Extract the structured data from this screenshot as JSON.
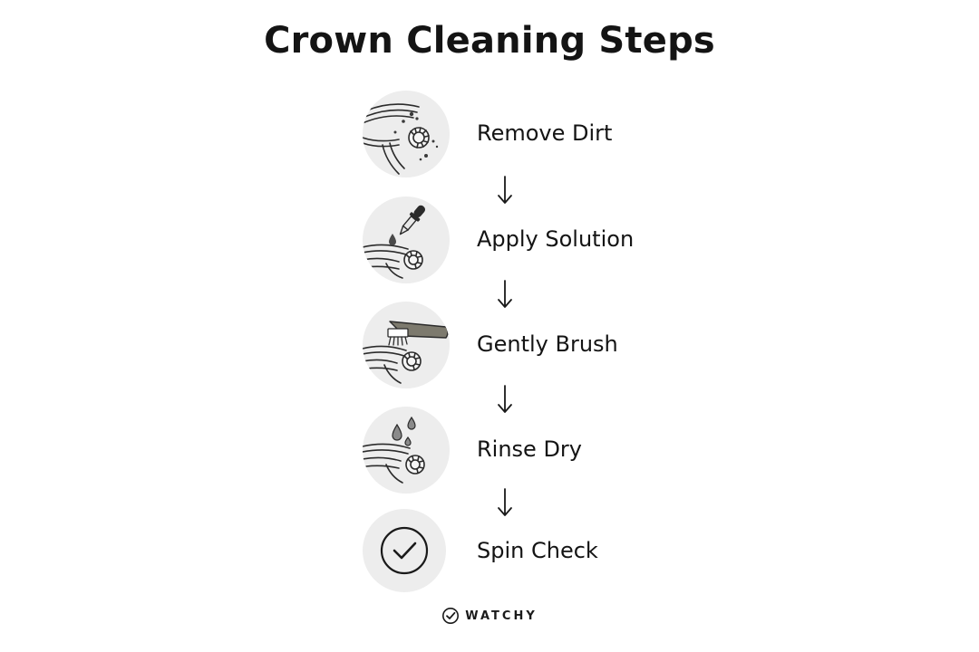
{
  "title": "Crown Cleaning Steps",
  "steps": [
    {
      "label": "Remove Dirt",
      "icon": "watch-crown-dirt-icon"
    },
    {
      "label": "Apply Solution",
      "icon": "dropper-icon"
    },
    {
      "label": "Gently Brush",
      "icon": "brush-icon"
    },
    {
      "label": "Rinse Dry",
      "icon": "water-drops-icon"
    },
    {
      "label": "Spin Check",
      "icon": "checkmark-circle-icon"
    }
  ],
  "connector_icon": "arrow-down-icon",
  "brand": {
    "name": "WATCHY",
    "logo_icon": "check-logo-icon"
  },
  "colors": {
    "background": "#ffffff",
    "text": "#141414",
    "icon_circle": "#ededed",
    "line_art": "#2b2b2b",
    "brush_handle": "#7d7a6e"
  }
}
